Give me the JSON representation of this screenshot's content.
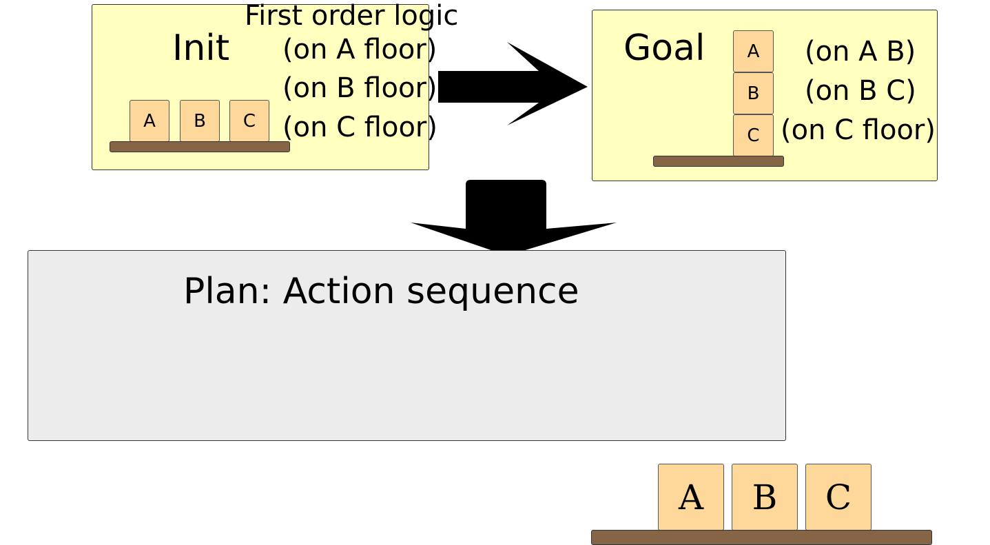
{
  "init": {
    "title": "Init",
    "blocks": [
      "A",
      "B",
      "C"
    ]
  },
  "logic": {
    "heading": "First order logic",
    "init_facts": [
      "(on A floor)",
      "(on B floor)",
      "(on C floor)"
    ]
  },
  "goal": {
    "title": "Goal",
    "blocks": [
      "A",
      "B",
      "C"
    ],
    "facts": [
      "(on A B)",
      "(on B C)",
      "(on C floor)"
    ]
  },
  "plan": {
    "title": "Plan: Action sequence"
  },
  "bottom_blocks": [
    "A",
    "B",
    "C"
  ],
  "colors": {
    "panel_yellow": "#ffffc0",
    "panel_gray": "#ececec",
    "block": "#fdd89a",
    "floor": "#856546",
    "arrow": "#000000"
  }
}
